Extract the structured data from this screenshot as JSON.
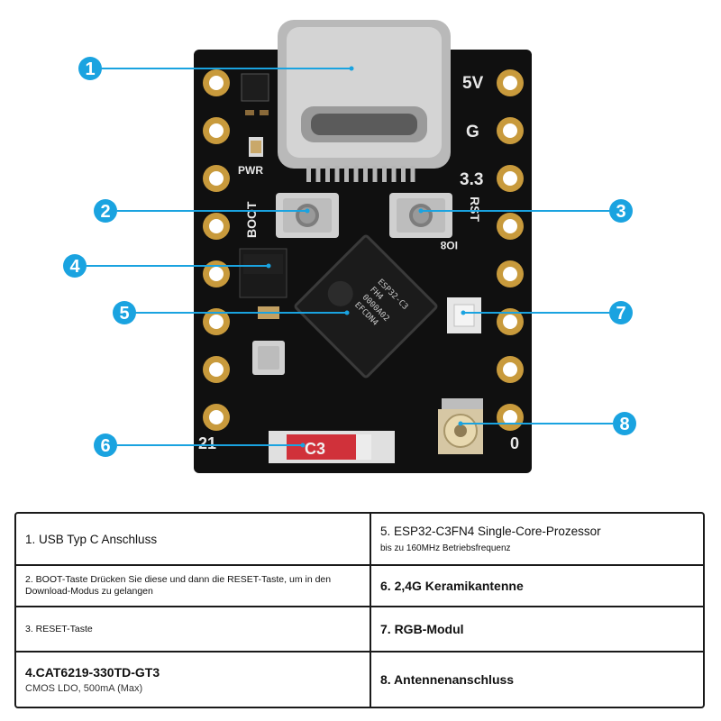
{
  "board": {
    "silkscreen": {
      "v5": "5V",
      "g": "G",
      "v33": "3.3",
      "rst": "RST",
      "boot": "BOOT",
      "pwr": "PWR",
      "io8": "IO8",
      "pin21": "21",
      "pin0": "0"
    },
    "chip_lines": [
      "ESP32-C3",
      "FH4",
      "0000A02",
      "EFCDN4"
    ],
    "antenna_label": "C3"
  },
  "callouts": [
    "1",
    "2",
    "3",
    "4",
    "5",
    "6",
    "7",
    "8"
  ],
  "legend": {
    "item1": "1. USB Typ C Anschluss",
    "item2": "2. BOOT-Taste Drücken Sie diese und dann die RESET-Taste, um in den Download-Modus zu gelangen",
    "item3": "3. RESET-Taste",
    "item4_title": "4.CAT6219-330TD-GT3",
    "item4_note": "CMOS LDO, 500mA (Max)",
    "item5_title": "5. ESP32-C3FN4 Single-Core-Prozessor",
    "item5_note": "bis zu 160MHz Betriebsfrequenz",
    "item6": "6. 2,4G Keramikantenne",
    "item7": "7. RGB-Modul",
    "item8": "8. Antennenanschluss"
  },
  "colors": {
    "pcb": "#101010",
    "pad_gold": "#c89a3c",
    "callout_blue": "#1aa3e0",
    "usb_metal": "#c7c7c7",
    "antenna_red": "#d0313a"
  }
}
